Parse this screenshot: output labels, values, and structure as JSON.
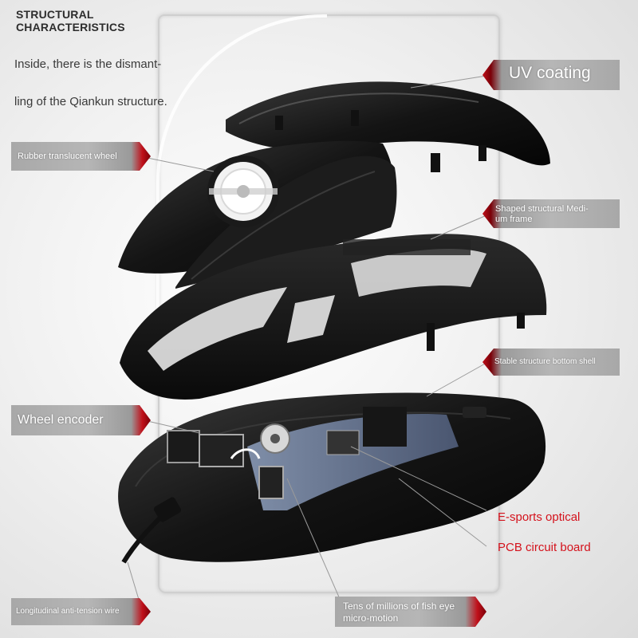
{
  "title": {
    "line1": "STRUCTURAL",
    "line2": "CHARACTERISTICS"
  },
  "intro": {
    "line1": "Inside, there is the dismant-",
    "line2": "ling of the Qiankun structure."
  },
  "labels": {
    "uv_coating": "UV coating",
    "rubber": "Rubber translucent wheel",
    "medium_frame_1": "Shaped structural Medi-",
    "medium_frame_2": "um frame",
    "bottom_shell": "Stable structure bottom shell",
    "wheel_encoder": "Wheel encoder",
    "esports_optical": "E-sports optical",
    "pcb": "PCB circuit board",
    "wire": "Longitudinal anti-tension wire",
    "micro_motion_1": "Tens of millions of fish eye",
    "micro_motion_2": "micro-motion"
  },
  "colors": {
    "accent_red": "#d4121c",
    "tag_gray": "#b6b6b6",
    "mouse_black": "#141414"
  }
}
